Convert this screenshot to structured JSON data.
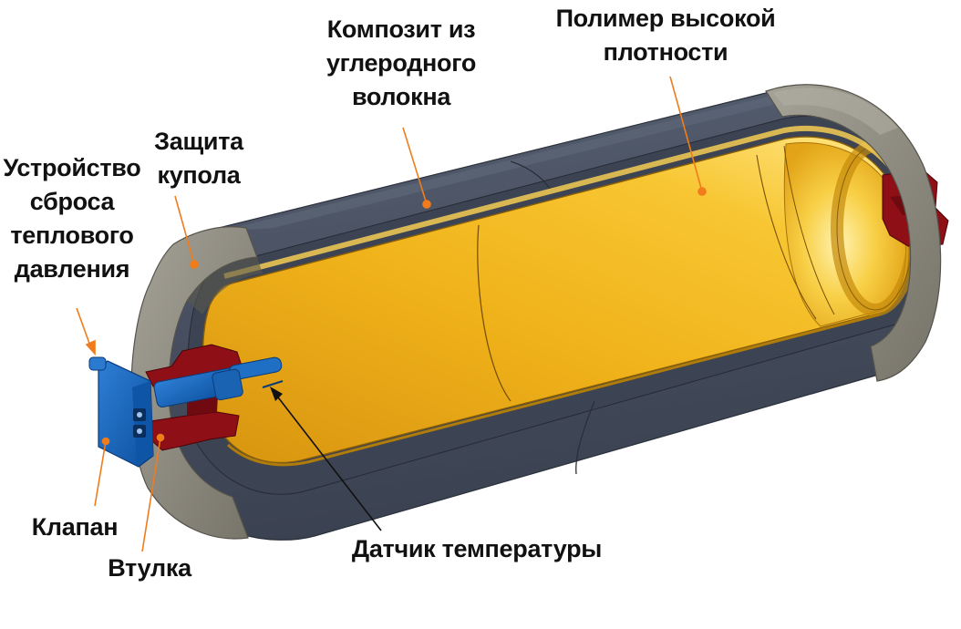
{
  "labels": {
    "composite": [
      "Композит из",
      "углеродного",
      "волокна"
    ],
    "polymer": [
      "Полимер высокой",
      "плотности"
    ],
    "dome": [
      "Защита",
      "купола"
    ],
    "prd": [
      "Устройство",
      "сброса",
      "теплового",
      "давления"
    ],
    "valve": [
      "Клапан"
    ],
    "boss": [
      "Втулка"
    ],
    "sensor": [
      "Датчик температуры"
    ]
  },
  "colors": {
    "leader": "#f07c1c",
    "composite": "#474f60",
    "liner": "#f2b41a",
    "dome": "#8b8880",
    "boss": "#8e0f16",
    "valve": "#1565c0",
    "text": "#111111"
  }
}
